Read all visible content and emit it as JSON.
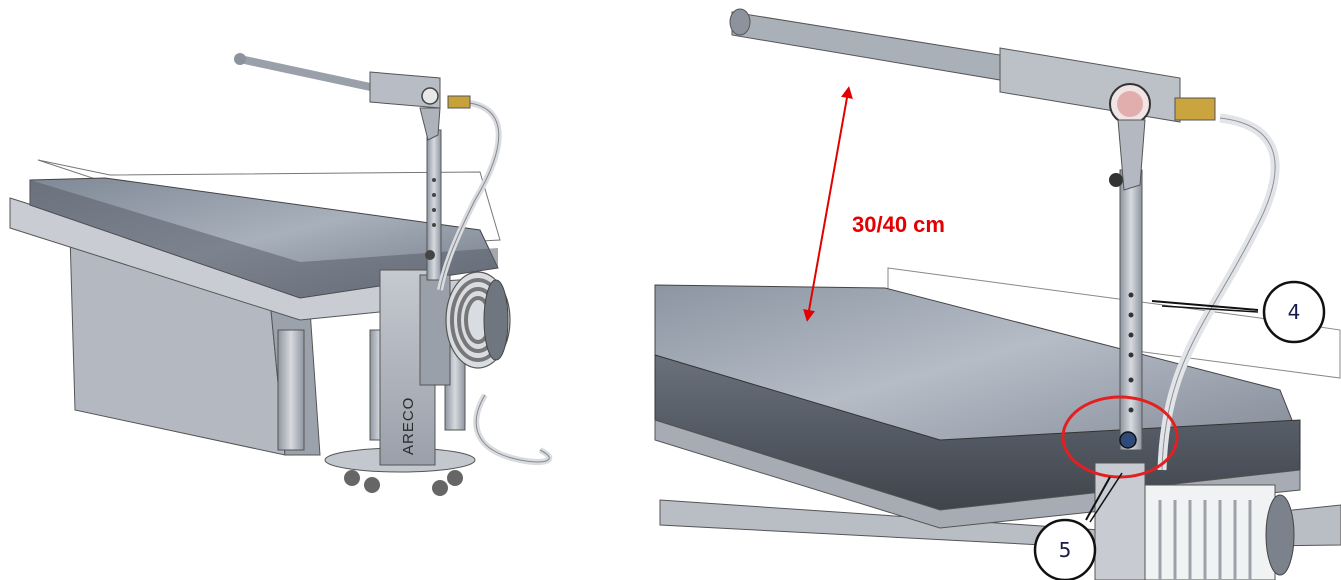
{
  "figure": {
    "left_view": {
      "brand_label": "ARECO"
    },
    "right_view": {
      "dimension_label": "30/40 cm",
      "callouts": [
        {
          "number": "4"
        },
        {
          "number": "5"
        }
      ]
    }
  },
  "colors": {
    "dimension_arrow": "#e30000",
    "highlight_ring": "#e32020",
    "callout_text": "#1a1a4a",
    "metal": "#b9bec6",
    "mattress": "#8a93a0",
    "hose": "#d8dbe0"
  }
}
